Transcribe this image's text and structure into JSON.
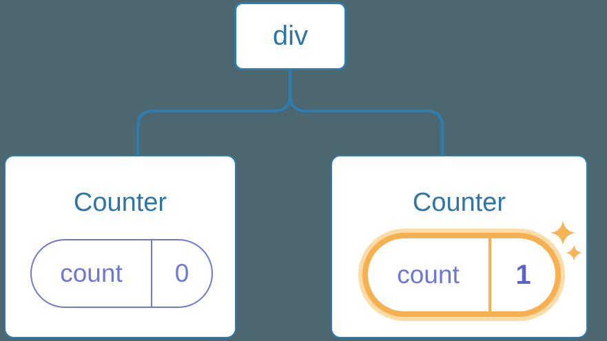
{
  "tree": {
    "root": {
      "label": "div"
    },
    "children": [
      {
        "title": "Counter",
        "state": {
          "key": "count",
          "value": "0"
        },
        "highlighted": false
      },
      {
        "title": "Counter",
        "state": {
          "key": "count",
          "value": "1"
        },
        "highlighted": true
      }
    ]
  },
  "icons": {
    "sparkles": "sparkles-icon"
  },
  "colors": {
    "background": "#4c6770",
    "node_border_blue": "#2e7bae",
    "label_blue": "#2f75a3",
    "state_purple": "#6e76d8",
    "state_value_bold_purple": "#5b62c9",
    "highlight_orange": "#f6b04f",
    "highlight_halo": "#fcdba7",
    "sparkle_orange": "#f5b455",
    "card_background": "#ffffff"
  }
}
